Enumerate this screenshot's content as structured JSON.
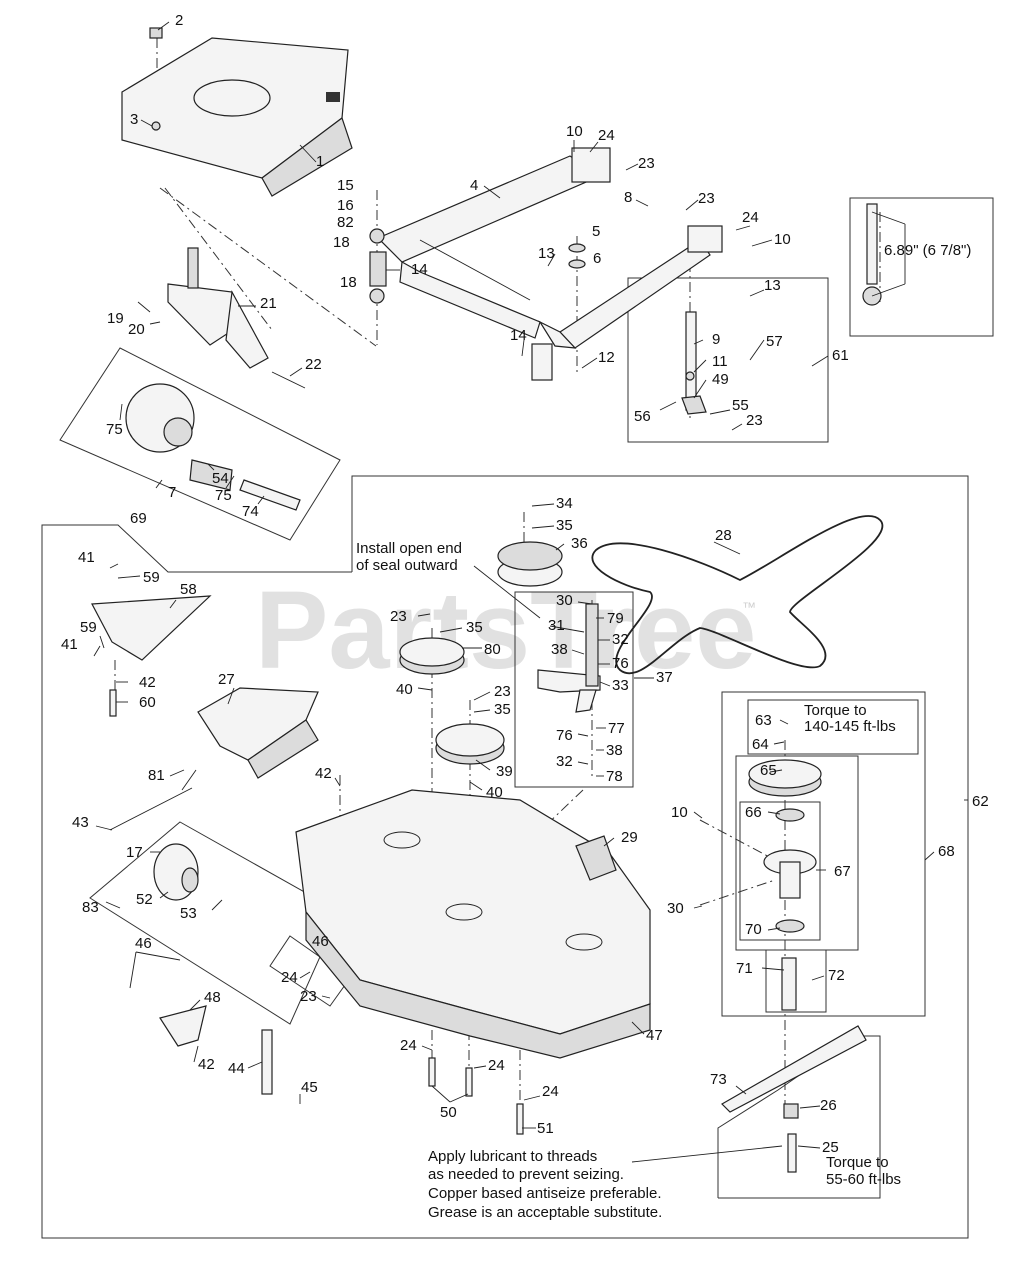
{
  "diagram": {
    "watermark": "PartsTree",
    "watermark_tm": "™",
    "dimension": "6.89\" (6 7/8\")",
    "notes": {
      "seal": [
        "Install open end",
        "of seal outward"
      ],
      "torque_top": [
        "Torque to",
        "140-145 ft-lbs"
      ],
      "torque_bottom": [
        "Torque to",
        "55-60 ft-lbs"
      ],
      "lubricant": [
        "Apply lubricant to threads",
        "as needed to prevent seizing.",
        "Copper based antiseize preferable.",
        "Grease is an acceptable substitute."
      ]
    },
    "callouts": [
      {
        "id": "c2",
        "text": "2"
      },
      {
        "id": "c3",
        "text": "3"
      },
      {
        "id": "c1",
        "text": "1"
      },
      {
        "id": "c15",
        "text": "15"
      },
      {
        "id": "c16",
        "text": "16"
      },
      {
        "id": "c82",
        "text": "82"
      },
      {
        "id": "c18a",
        "text": "18"
      },
      {
        "id": "c18b",
        "text": "18"
      },
      {
        "id": "c14a",
        "text": "14"
      },
      {
        "id": "c4",
        "text": "4"
      },
      {
        "id": "c10a",
        "text": "10"
      },
      {
        "id": "c24a",
        "text": "24"
      },
      {
        "id": "c23a",
        "text": "23"
      },
      {
        "id": "c8",
        "text": "8"
      },
      {
        "id": "c23b",
        "text": "23"
      },
      {
        "id": "c24b",
        "text": "24"
      },
      {
        "id": "c10b",
        "text": "10"
      },
      {
        "id": "c5",
        "text": "5"
      },
      {
        "id": "c6",
        "text": "6"
      },
      {
        "id": "c13a",
        "text": "13"
      },
      {
        "id": "c14b",
        "text": "14"
      },
      {
        "id": "c12",
        "text": "12"
      },
      {
        "id": "c13b",
        "text": "13"
      },
      {
        "id": "c9",
        "text": "9"
      },
      {
        "id": "c57",
        "text": "57"
      },
      {
        "id": "c61",
        "text": "61"
      },
      {
        "id": "c11",
        "text": "11"
      },
      {
        "id": "c49",
        "text": "49"
      },
      {
        "id": "c56",
        "text": "56"
      },
      {
        "id": "c55",
        "text": "55"
      },
      {
        "id": "c23c",
        "text": "23"
      },
      {
        "id": "c21",
        "text": "21"
      },
      {
        "id": "c19",
        "text": "19"
      },
      {
        "id": "c20",
        "text": "20"
      },
      {
        "id": "c22",
        "text": "22"
      },
      {
        "id": "c75a",
        "text": "75"
      },
      {
        "id": "c54",
        "text": "54"
      },
      {
        "id": "c7",
        "text": "7"
      },
      {
        "id": "c75b",
        "text": "75"
      },
      {
        "id": "c74",
        "text": "74"
      },
      {
        "id": "c69",
        "text": "69"
      },
      {
        "id": "c34",
        "text": "34"
      },
      {
        "id": "c35a",
        "text": "35"
      },
      {
        "id": "c36",
        "text": "36"
      },
      {
        "id": "c28",
        "text": "28"
      },
      {
        "id": "c41a",
        "text": "41"
      },
      {
        "id": "c59a",
        "text": "59"
      },
      {
        "id": "c58",
        "text": "58"
      },
      {
        "id": "c59b",
        "text": "59"
      },
      {
        "id": "c41b",
        "text": "41"
      },
      {
        "id": "c42a",
        "text": "42"
      },
      {
        "id": "c60",
        "text": "60"
      },
      {
        "id": "c23d",
        "text": "23"
      },
      {
        "id": "c35b",
        "text": "35"
      },
      {
        "id": "c80",
        "text": "80"
      },
      {
        "id": "c40a",
        "text": "40"
      },
      {
        "id": "c30a",
        "text": "30"
      },
      {
        "id": "c79",
        "text": "79"
      },
      {
        "id": "c31",
        "text": "31"
      },
      {
        "id": "c32a",
        "text": "32"
      },
      {
        "id": "c38a",
        "text": "38"
      },
      {
        "id": "c76a",
        "text": "76"
      },
      {
        "id": "c33",
        "text": "33"
      },
      {
        "id": "c37",
        "text": "37"
      },
      {
        "id": "c27",
        "text": "27"
      },
      {
        "id": "c23e",
        "text": "23"
      },
      {
        "id": "c35c",
        "text": "35"
      },
      {
        "id": "c77",
        "text": "77"
      },
      {
        "id": "c76b",
        "text": "76"
      },
      {
        "id": "c38b",
        "text": "38"
      },
      {
        "id": "c32b",
        "text": "32"
      },
      {
        "id": "c78",
        "text": "78"
      },
      {
        "id": "c39",
        "text": "39"
      },
      {
        "id": "c40b",
        "text": "40"
      },
      {
        "id": "c63",
        "text": "63"
      },
      {
        "id": "c64",
        "text": "64"
      },
      {
        "id": "c65",
        "text": "65"
      },
      {
        "id": "c81",
        "text": "81"
      },
      {
        "id": "c42b",
        "text": "42"
      },
      {
        "id": "c43",
        "text": "43"
      },
      {
        "id": "c29",
        "text": "29"
      },
      {
        "id": "c10c",
        "text": "10"
      },
      {
        "id": "c66",
        "text": "66"
      },
      {
        "id": "c62",
        "text": "62"
      },
      {
        "id": "c68",
        "text": "68"
      },
      {
        "id": "c67",
        "text": "67"
      },
      {
        "id": "c17",
        "text": "17"
      },
      {
        "id": "c52",
        "text": "52"
      },
      {
        "id": "c83",
        "text": "83"
      },
      {
        "id": "c53",
        "text": "53"
      },
      {
        "id": "c30b",
        "text": "30"
      },
      {
        "id": "c70",
        "text": "70"
      },
      {
        "id": "c46a",
        "text": "46"
      },
      {
        "id": "c46b",
        "text": "46"
      },
      {
        "id": "c71",
        "text": "71"
      },
      {
        "id": "c72",
        "text": "72"
      },
      {
        "id": "c24c",
        "text": "24"
      },
      {
        "id": "c23f",
        "text": "23"
      },
      {
        "id": "c48",
        "text": "48"
      },
      {
        "id": "c47",
        "text": "47"
      },
      {
        "id": "c42c",
        "text": "42"
      },
      {
        "id": "c44",
        "text": "44"
      },
      {
        "id": "c24d",
        "text": "24"
      },
      {
        "id": "c24e",
        "text": "24"
      },
      {
        "id": "c45",
        "text": "45"
      },
      {
        "id": "c73",
        "text": "73"
      },
      {
        "id": "c50",
        "text": "50"
      },
      {
        "id": "c24f",
        "text": "24"
      },
      {
        "id": "c26",
        "text": "26"
      },
      {
        "id": "c25",
        "text": "25"
      },
      {
        "id": "c51",
        "text": "51"
      }
    ]
  }
}
